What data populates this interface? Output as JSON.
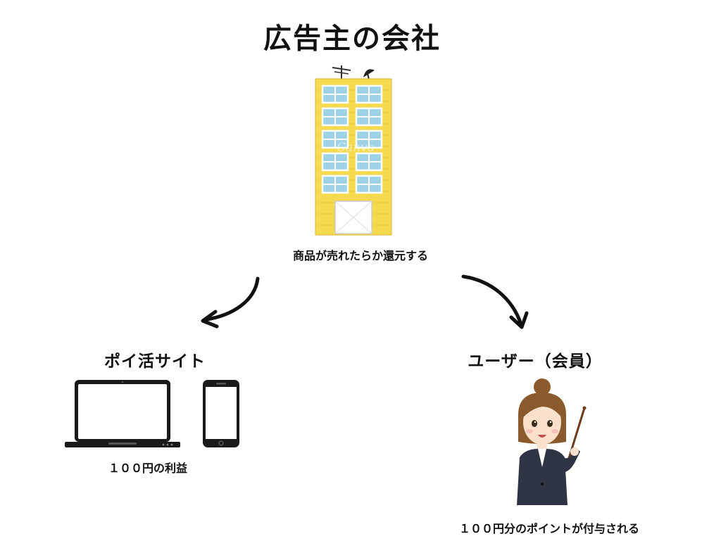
{
  "diagram": {
    "title": "広告主の会社",
    "building_caption": "商品が売れたらか還元する",
    "left_node": {
      "title": "ポイ活サイト",
      "caption": "１００円の利益"
    },
    "right_node": {
      "title": "ユーザー（会員）",
      "caption": "１００円分のポイントが付与される"
    },
    "watermark": "Canva"
  },
  "colors": {
    "building_wall": "#f5d94e",
    "window_glass": "#9fd2e6",
    "suit": "#2e3444",
    "hair": "#8a5a2c",
    "arrow": "#111111"
  },
  "icons": {
    "building": "office-building-icon",
    "laptop": "laptop-icon",
    "phone": "smartphone-icon",
    "user": "businesswoman-icon"
  }
}
